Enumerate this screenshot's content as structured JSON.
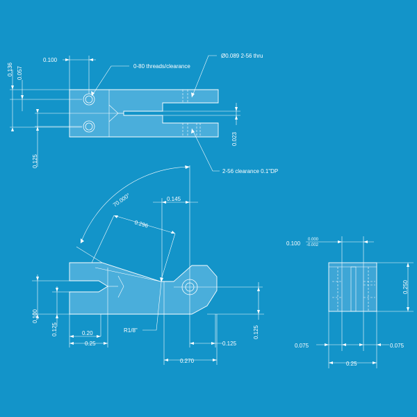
{
  "colors": {
    "background": "#1394c9",
    "line": "#ffffff",
    "part_fill": "#4aaedb"
  },
  "top_view": {
    "dim_0_136": "0.136",
    "dim_0_057": "0.057",
    "dim_0_100": "0.100",
    "dim_0_125": "0.125",
    "dim_0_023": "0.023",
    "note_threads": "0-80 threads/clearance",
    "note_thru": "Ø0.089 2-56 thru",
    "note_clearance": "2-56 clearance 0.1\"DP"
  },
  "front_view": {
    "angle": "70.000°",
    "dim_0_145": "0.145",
    "dim_0_296": "0.296",
    "radius": "R1/8\"",
    "dim_0_100": "0.100",
    "dim_0_125_left": "0.125",
    "dim_0_20": "0.20",
    "dim_0_25": "0.25",
    "dim_0_125_bottom": "0.125",
    "dim_0_125_right": "0.125",
    "dim_0_270": "0.270"
  },
  "side_view": {
    "dim_0_100": "0.100",
    "tol_plus": "0.000",
    "tol_minus": "-0.002",
    "dim_0_250": "0.250",
    "dim_0_075_left": "0.075",
    "dim_0_075_right": "0.075",
    "dim_0_25": "0.25"
  }
}
